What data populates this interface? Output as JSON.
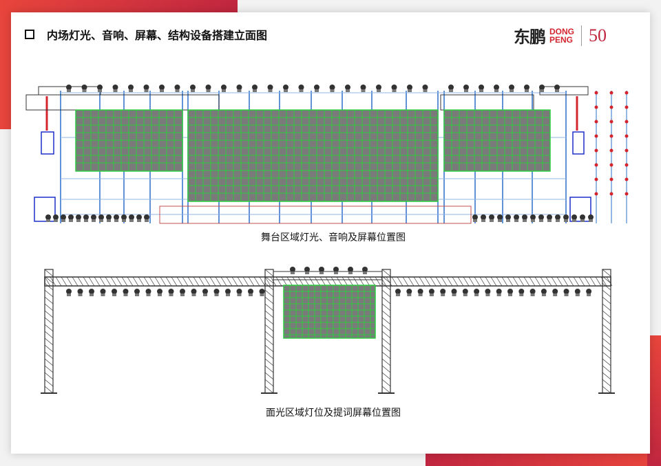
{
  "header": {
    "title": "内场灯光、音响、屏幕、结构设备搭建立面图",
    "logo_cn": "东鹏",
    "logo_en_1": "DONG",
    "logo_en_2": "PENG",
    "logo_anniversary": "50"
  },
  "diagrams": [
    {
      "caption": "舞台区域灯光、音响及屏幕位置图"
    },
    {
      "caption": "面光区域灯位及提词屏幕位置图"
    }
  ],
  "colors": {
    "accent": "#d4252f",
    "screen_fill": "#7a7a7a",
    "screen_grid": "#2ecc40",
    "scaffold": "#2a6fc9",
    "truss": "#333333"
  }
}
